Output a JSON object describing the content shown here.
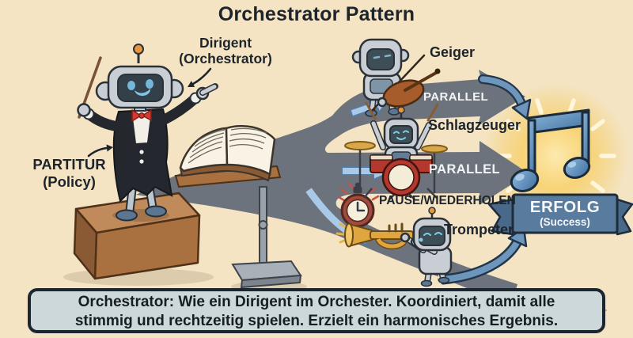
{
  "title": "Orchestrator Pattern",
  "conductor": {
    "role_label": "Dirigent",
    "role_sublabel": "(Orchestrator)",
    "score_label": "PARTITUR",
    "score_sublabel": "(Policy)"
  },
  "musicians": {
    "violinist": "Geiger",
    "drummer": "Schlagzeuger",
    "trumpeter": "Trompeter"
  },
  "flow": {
    "parallel_top": "PARALLEL",
    "parallel_middle": "PARALLEL",
    "pause_retry": "PAUSE/WIEDERHOLEN"
  },
  "result": {
    "label": "ERFOLG",
    "sublabel": "(Success)"
  },
  "caption": {
    "line1": "Orchestrator: Wie ein Dirigent im Orchester. Koordiniert, damit alle",
    "line2": "stimmig und rechtzeitig spielen. Erzielt ein harmonisches Ergebnis."
  },
  "icons": {
    "stopwatch": "stopwatch-icon",
    "music_note": "music-note-icon",
    "conductor_robot": "conductor-robot-icon",
    "violin_robot": "violinist-robot-icon",
    "drum_robot": "drummer-robot-icon",
    "trumpet_robot": "trumpeter-robot-icon"
  },
  "colors": {
    "background": "#f4e4c3",
    "path": "#6d737c",
    "arrow_blue": "#a9c9e8",
    "curve_blue": "#6e96bd",
    "banner": "#587b9e",
    "glow": "#f8d26e",
    "note": "#4a7fb5",
    "caption_bg": "#cdd8da",
    "caption_border": "#1b2630",
    "text": "#1d242b",
    "drum_red": "#b5382e",
    "brass": "#dfa63f"
  }
}
